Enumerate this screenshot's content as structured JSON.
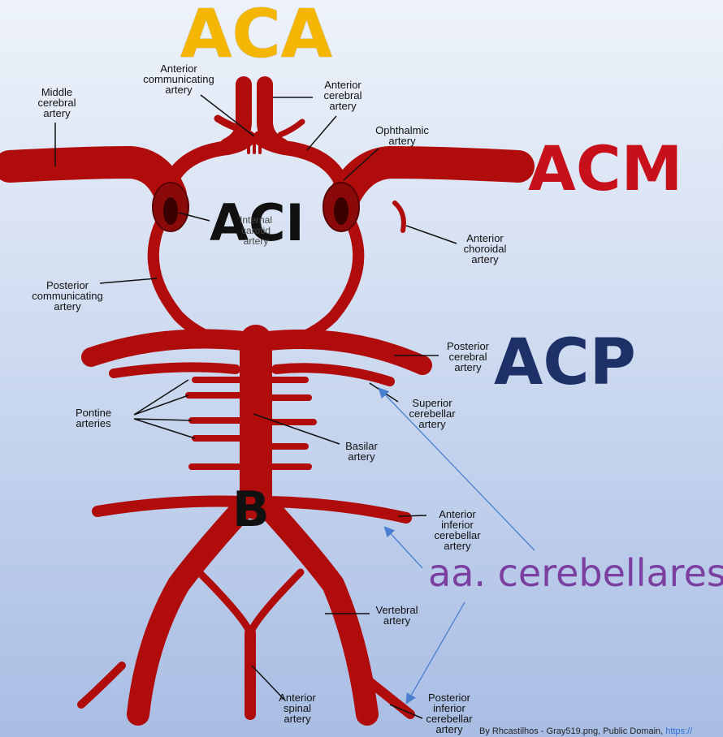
{
  "big_labels": {
    "aca": "ACA",
    "acm": "ACM",
    "aci": "ACI",
    "acp": "ACP",
    "b": "B",
    "cerebellares": "aa. cerebellares"
  },
  "labels": {
    "anterior_communicating": "Anterior\ncommunicating\nartery",
    "middle_cerebral": "Middle\ncerebral\nartery",
    "anterior_cerebral": "Anterior\ncerebral\nartery",
    "ophthalmic": "Ophthalmic\nartery",
    "internal_carotid": "Internal\ncarotid\nartery",
    "anterior_choroidal": "Anterior\nchoroidal\nartery",
    "posterior_communicating": "Posterior\ncommunicating\nartery",
    "posterior_cerebral": "Posterior\ncerebral\nartery",
    "pontine": "Pontine\narteries",
    "superior_cerebellar": "Superior\ncerebellar\nartery",
    "basilar": "Basilar\nartery",
    "anterior_inferior_cerebellar": "Anterior\ninferior\ncerebellar\nartery",
    "vertebral": "Vertebral\nartery",
    "anterior_spinal": "Anterior\nspinal\nartery",
    "posterior_inferior_cerebellar": "Posterior\ninferior\ncerebellar\nartery"
  },
  "credit": {
    "text": "By Rhcastilhos - Gray519.png, Public Domain, ",
    "link": "https://"
  },
  "colors": {
    "artery": "#b00c0c",
    "artery_outline": "#5a0000",
    "aca": "#f4b600",
    "acm": "#c8101b",
    "acp": "#1d3068",
    "cerebellares": "#7b3fa0",
    "arrow": "#4a7fd0"
  }
}
